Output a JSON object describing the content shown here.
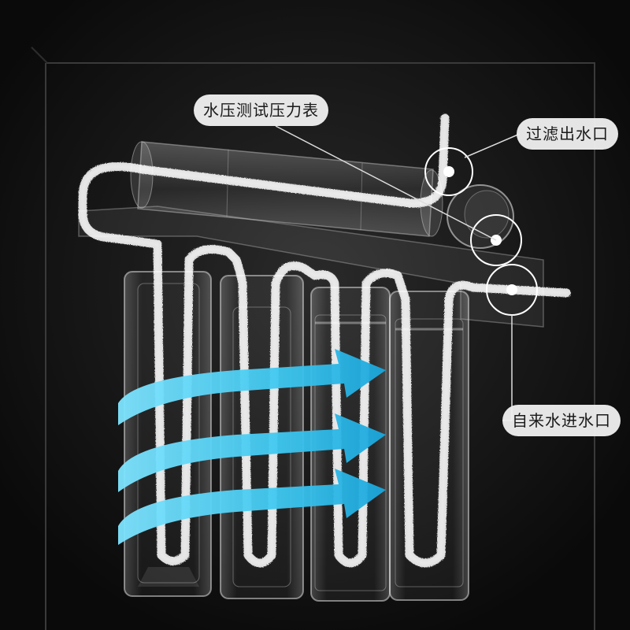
{
  "labels": {
    "pressure_gauge": "水压测试压力表",
    "filtered_outlet": "过滤出水口",
    "tap_inlet": "自来水进水口"
  },
  "colors": {
    "background": "#0e0e0e",
    "flow_arrow": "#3fc8f0",
    "label_bg": "#eeeeee",
    "label_text": "#1a1a1a",
    "water_stream": "#ffffff"
  }
}
